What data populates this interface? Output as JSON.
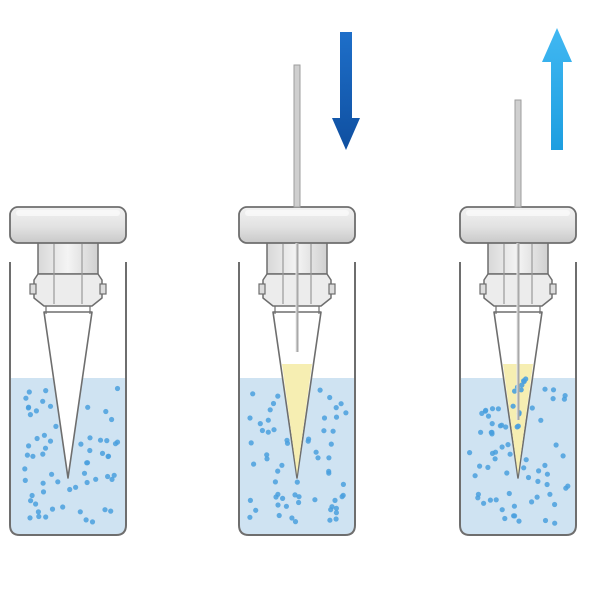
{
  "diagram": {
    "steps": [
      {
        "name": "sealed-vial",
        "needle": false,
        "arrow": "none",
        "insert_liquid": false,
        "insert_particles": false
      },
      {
        "name": "needle-inserted",
        "needle": true,
        "arrow": "down",
        "insert_liquid": true,
        "insert_particles": false
      },
      {
        "name": "needle-withdrawn-mixing",
        "needle": true,
        "arrow": "up",
        "insert_liquid": true,
        "insert_particles": true
      }
    ]
  },
  "colors": {
    "background": "#ffffff",
    "liquid": "#cfe3f2",
    "particles": "#4aa0de",
    "insert_liquid": "#f6eeb2",
    "cap": "#e4e4e4",
    "vial_outline": "#6e6e6e",
    "arrow_down": "#1565c0",
    "arrow_up": "#29a8e8",
    "needle": "#cfcfcf"
  }
}
